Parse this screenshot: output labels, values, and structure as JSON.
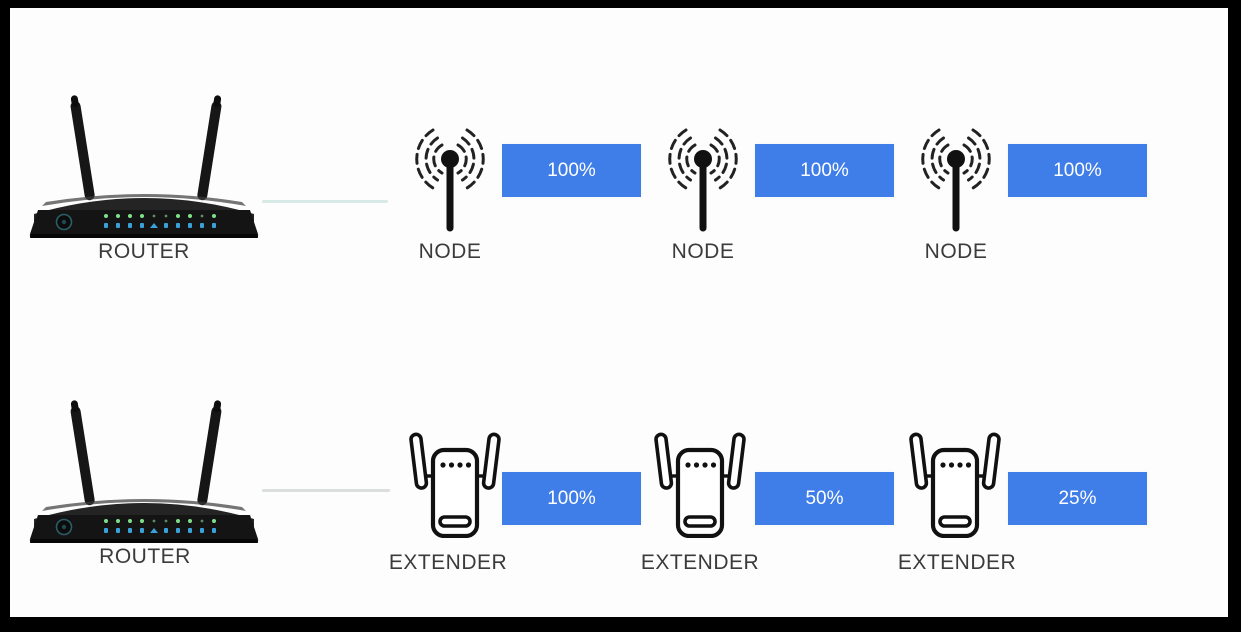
{
  "diagram": {
    "title_implicit": "Mesh nodes vs WiFi extenders signal strength comparison",
    "colors": {
      "bar_blue": "#3f7de8",
      "frame_black": "#000000",
      "background_white": "#fdfdfd",
      "label_gray": "#3b3b3b",
      "bar_text_white": "#ffffff",
      "line_top_teal": "#d8eae5",
      "line_bottom_gray": "#dadedd"
    },
    "rows": [
      {
        "name": "mesh-node-row",
        "router_label": "ROUTER",
        "device_type": "node",
        "devices": [
          {
            "label": "NODE",
            "signal": "100%"
          },
          {
            "label": "NODE",
            "signal": "100%"
          },
          {
            "label": "NODE",
            "signal": "100%"
          }
        ]
      },
      {
        "name": "extender-row",
        "router_label": "ROUTER",
        "device_type": "extender",
        "devices": [
          {
            "label": "EXTENDER",
            "signal": "100%"
          },
          {
            "label": "EXTENDER",
            "signal": "50%"
          },
          {
            "label": "EXTENDER",
            "signal": "25%"
          }
        ]
      }
    ]
  }
}
